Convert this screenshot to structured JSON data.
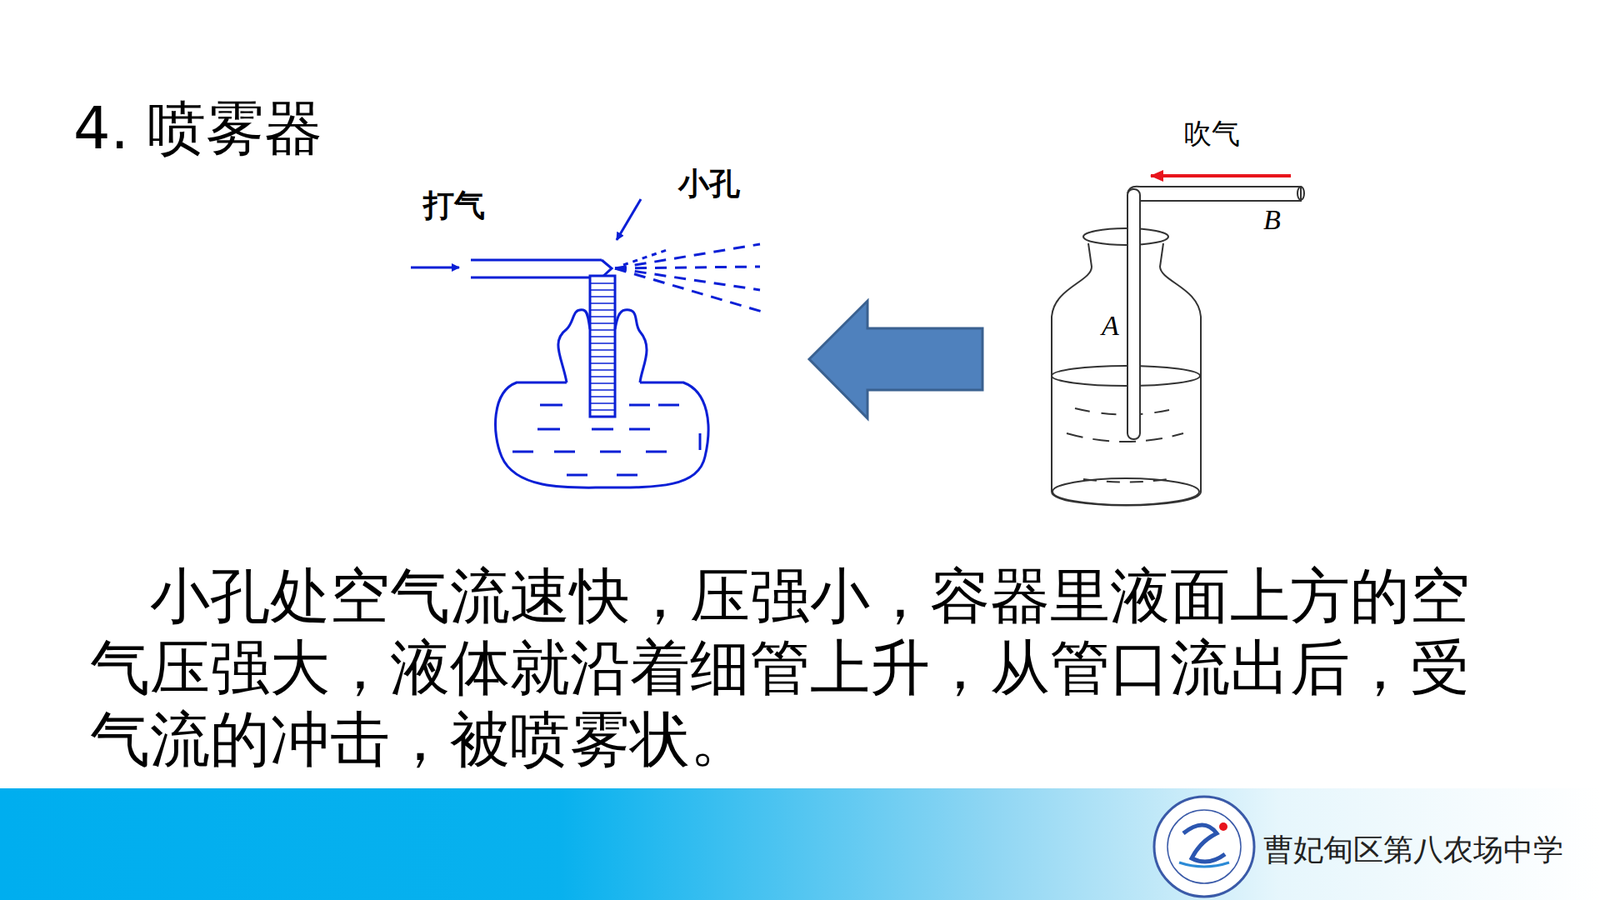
{
  "diagram": {
    "title": "4. 喷雾器",
    "caption": "小孔处空气流速快，压强小，容器里液面上方的空气压强大，液体就沿着细管上升，从管口流出后，受气流的冲击，被喷雾状。",
    "labels": [
      "打气",
      "小孔",
      "吹气",
      "B",
      "A",
      "曹妃甸区第八农场中学"
    ]
  }
}
